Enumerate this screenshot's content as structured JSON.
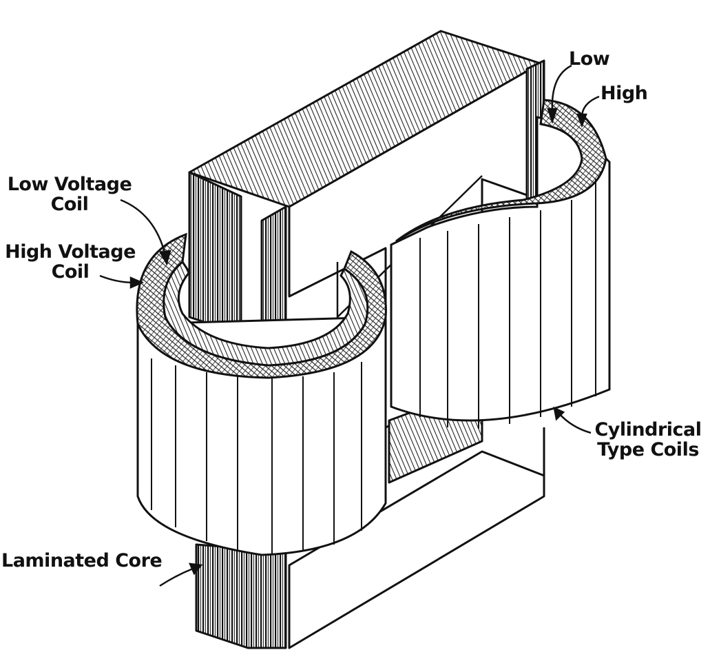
{
  "diagram": {
    "labels": {
      "low": "Low",
      "high": "High",
      "low_voltage_coil": [
        "Low Voltage",
        "Coil"
      ],
      "high_voltage_coil": [
        "High Voltage",
        "Coil"
      ],
      "cylindrical_type_coils": [
        "Cylindrical",
        "Type Coils"
      ],
      "laminated_core": "Laminated Core"
    },
    "colors": {
      "ink": "#111111",
      "paper": "#ffffff",
      "hatch": "#2a2a2a"
    }
  }
}
